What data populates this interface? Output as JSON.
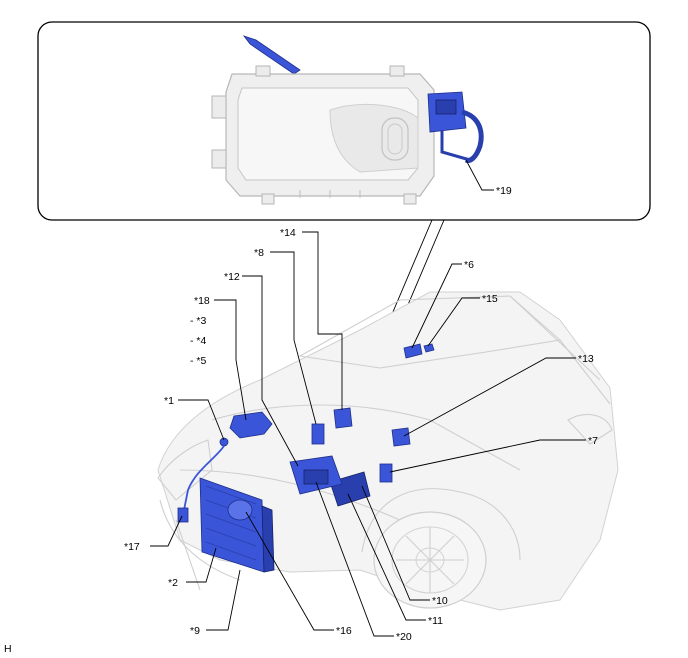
{
  "figure_code": "H",
  "detail_callout": "*19",
  "callouts": [
    {
      "id": "c1",
      "text": "*1"
    },
    {
      "id": "c2",
      "text": "*2"
    },
    {
      "id": "c6",
      "text": "*6"
    },
    {
      "id": "c7",
      "text": "*7"
    },
    {
      "id": "c8",
      "text": "*8"
    },
    {
      "id": "c9",
      "text": "*9"
    },
    {
      "id": "c10",
      "text": "*10"
    },
    {
      "id": "c11",
      "text": "*11"
    },
    {
      "id": "c12",
      "text": "*12"
    },
    {
      "id": "c13",
      "text": "*13"
    },
    {
      "id": "c14",
      "text": "*14"
    },
    {
      "id": "c15",
      "text": "*15"
    },
    {
      "id": "c16",
      "text": "*16"
    },
    {
      "id": "c17",
      "text": "*17"
    },
    {
      "id": "c18",
      "text": "*18"
    },
    {
      "id": "c20",
      "text": "*20"
    }
  ],
  "sub_items": [
    "- *3",
    "- *4",
    "- *5"
  ],
  "colors": {
    "part": "#3a55d8",
    "part_dark": "#2a3fae",
    "outline": "#000000",
    "car_line": "#cfcfcf"
  }
}
